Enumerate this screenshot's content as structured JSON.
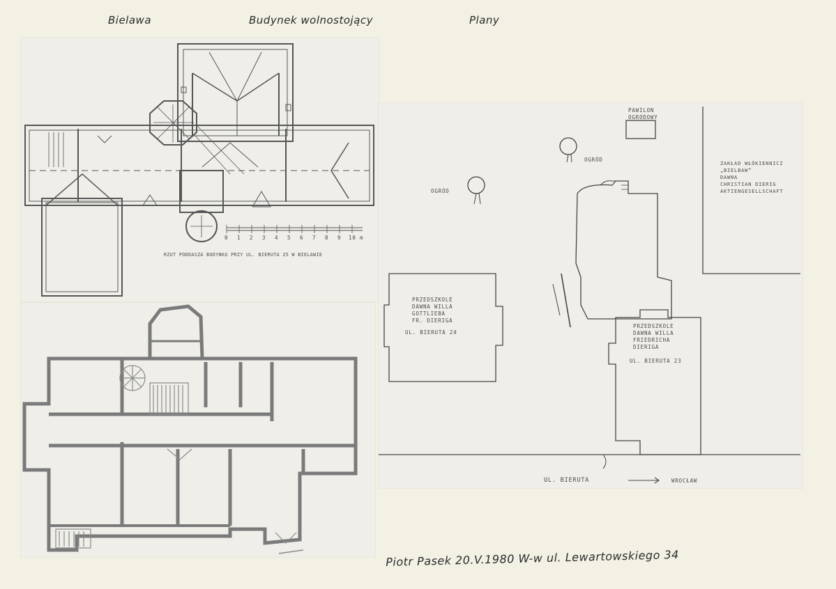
{
  "header": {
    "place": "Bielawa",
    "type": "Budynek wolnostojący",
    "section": "Plany"
  },
  "attic_plan": {
    "caption": "RZUT PODDASZA BUDYNKU PRZY UL. BIERUTA 25 W BIELAWIE",
    "scale_ticks": [
      "0",
      "1",
      "2",
      "3",
      "4",
      "5",
      "6",
      "7",
      "8",
      "9",
      "10 m"
    ]
  },
  "site_plan": {
    "pavilion": [
      "PAWILON",
      "OGRODOWY"
    ],
    "garden_1": "OGRÓD",
    "garden_2": "OGRÓD",
    "factory": [
      "ZAKŁAD WŁÓKIENNICZ",
      "„BIELBAW”",
      "DAWNA",
      "CHRISTIAN DIERIG",
      "AKTIENGESELLSCHAFT"
    ],
    "building_24": [
      "PRZEDSZKOLE",
      "DAWNA WILLA",
      "GOTTLIEBA",
      "FR. DIERIGA"
    ],
    "building_24_address": "UL. BIERUTA 24",
    "building_23": [
      "PRZEDSZKOLE",
      "DAWNA WILLA",
      "FRIEDRICHA",
      "DIERIGA"
    ],
    "building_23_address": "UL. BIERUTA 23",
    "street": "UL. BIERUTA",
    "direction": "WROCŁAW"
  },
  "footer": {
    "signature": "Piotr Pasek 20.V.1980 W-w ul. Lewartowskiego 34"
  }
}
